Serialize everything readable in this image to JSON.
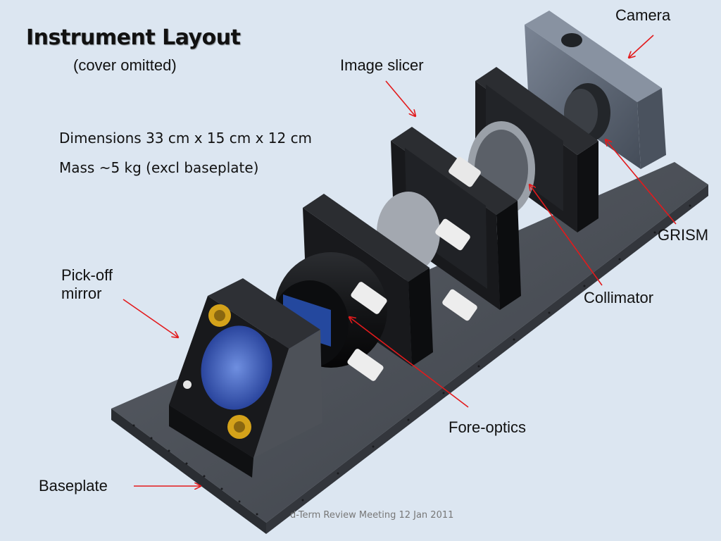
{
  "slide": {
    "title": "Instrument Layout",
    "subtitle": "(cover omitted)",
    "specs": {
      "dimensions": "Dimensions 33 cm x 15 cm x 12 cm",
      "mass": "Mass ~5 kg (excl baseplate)"
    },
    "labels": {
      "camera": "Camera",
      "image_slicer": "Image slicer",
      "grism": "GRISM",
      "collimator": "Collimator",
      "pickoff_line1": "Pick-off",
      "pickoff_line2": "mirror",
      "fore_optics": "Fore-optics",
      "baseplate": "Baseplate"
    },
    "footer": "d-Term Review Meeting 12 Jan 2011"
  },
  "colors": {
    "background": "#dce6f1",
    "arrow": "#e31a1c",
    "baseplate": "#454a52",
    "mount_black": "#17181b",
    "camera_body": "#5b6473",
    "mirror_blue": "#2a4fb0",
    "knob_gold": "#d4a21a"
  }
}
